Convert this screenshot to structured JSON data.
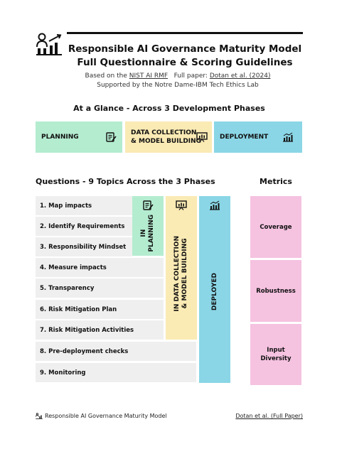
{
  "header": {
    "icon": "person-chart-icon",
    "title_line1": "Responsible AI Governance Maturity Model",
    "title_line2": "Full Questionnaire & Scoring Guidelines",
    "based_on_prefix": "Based on the ",
    "nist_link": "NIST AI RMF",
    "full_paper_prefix": "Full paper: ",
    "paper_link": "Dotan et al. (2024)",
    "supported_by": "Supported by the Notre Dame-IBM Tech Ethics Lab"
  },
  "glance": {
    "title": "At a Glance - Across 3 Development Phases",
    "phases": [
      {
        "label": "PLANNING",
        "icon": "document-icon",
        "color": "#b4ecd0"
      },
      {
        "label_line1": "DATA COLLECTION",
        "label_line2": "& MODEL BUILDING",
        "icon": "presentation-board-icon",
        "color": "#faeab4"
      },
      {
        "label": "DEPLOYMENT",
        "icon": "bar-chart-icon",
        "color": "#8ad6e6"
      }
    ]
  },
  "questions": {
    "title": "Questions - 9 Topics Across the 3 Phases",
    "items": [
      "1. Map impacts",
      "2. Identify Requirements",
      "3. Responsibility Mindset",
      "4. Measure impacts",
      "5. Transparency",
      "6. Risk Mitigation Plan",
      "7. Risk Mitigation Activities",
      "8. Pre-deployment checks",
      "9. Monitoring"
    ],
    "phase_bars": {
      "planning_line1": "IN",
      "planning_line2": "PLANNING",
      "data_line1": "IN DATA COLLECTION",
      "data_line2": "& MODEL BUILDING",
      "deployed": "DEPLOYED"
    }
  },
  "metrics": {
    "title": "Metrics",
    "items": [
      {
        "label": "Coverage"
      },
      {
        "label": "Robustness"
      },
      {
        "label_line1": "Input",
        "label_line2": "Diversity"
      }
    ],
    "color": "#f5c2e0"
  },
  "footer": {
    "left_text": "Responsible AI Governance Maturity Model",
    "right_text": "Dotan et al. (Full Paper)"
  }
}
